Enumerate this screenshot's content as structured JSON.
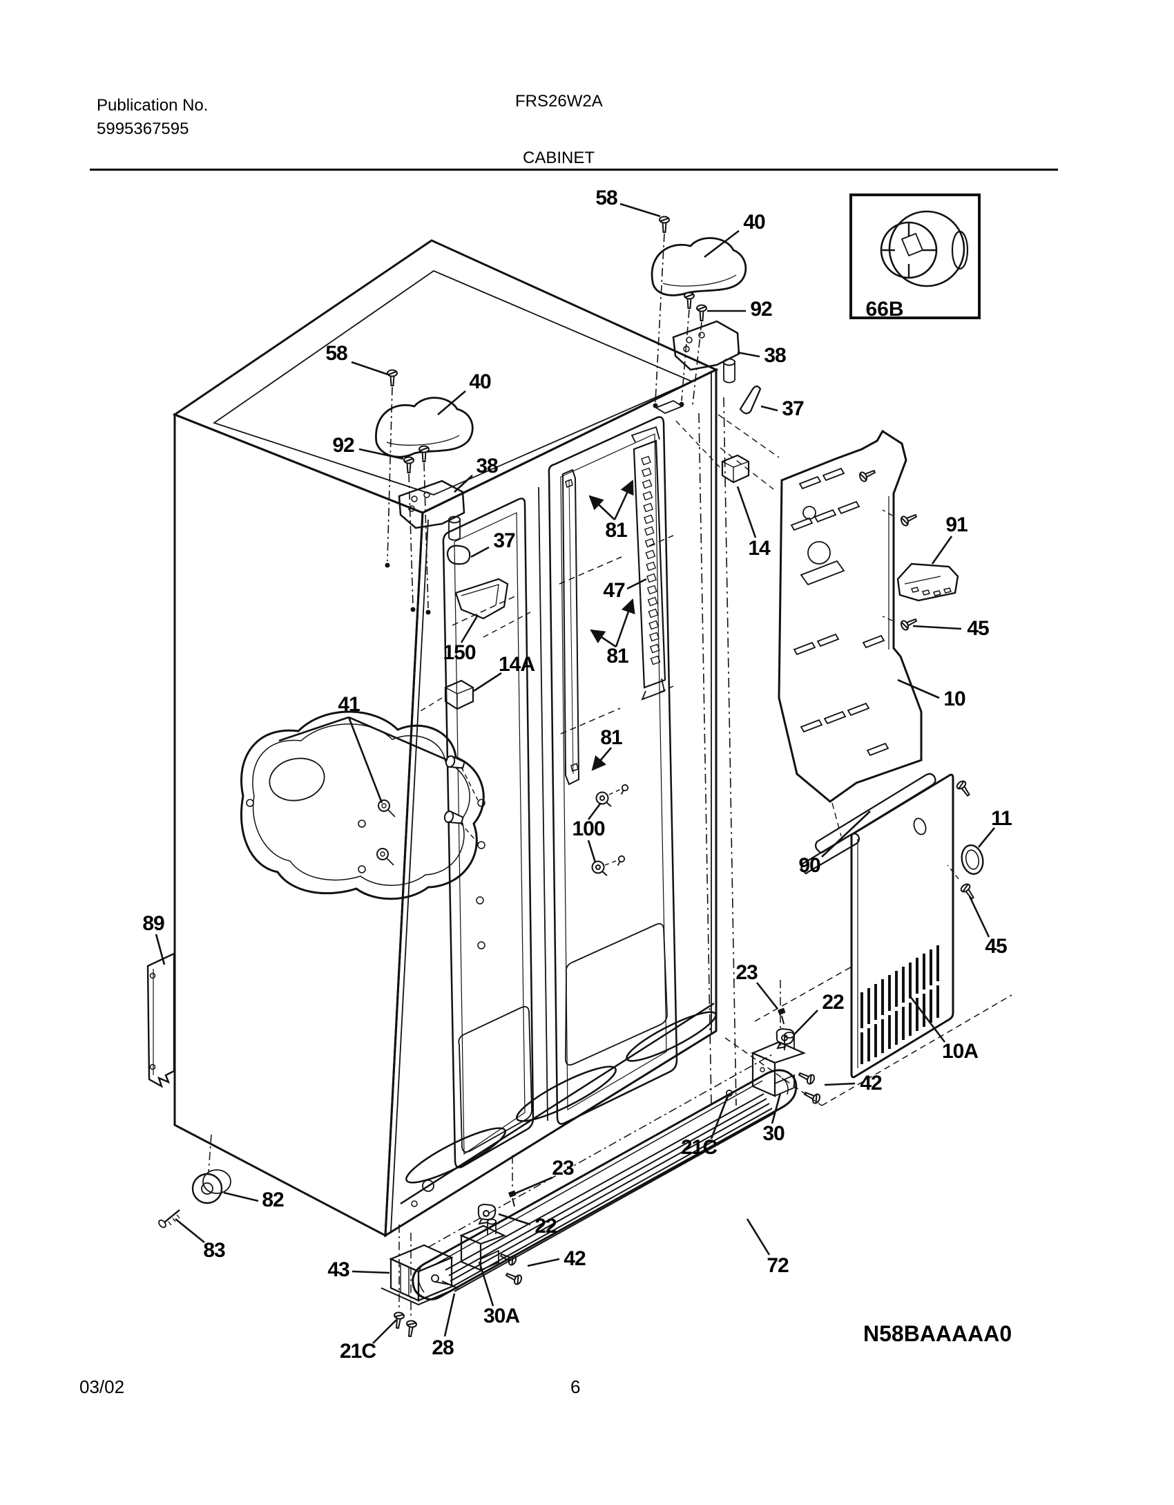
{
  "header": {
    "publication_label": "Publication No.",
    "publication_number": "5995367595",
    "model": "FRS26W2A",
    "section_title": "CABINET"
  },
  "inset": {
    "label": "66B"
  },
  "footer": {
    "date": "03/02",
    "page_number": "6",
    "diagram_code": "N58BAAAAA0"
  },
  "callouts": [
    {
      "id": "58-right",
      "text": "58"
    },
    {
      "id": "40-right",
      "text": "40"
    },
    {
      "id": "92-right",
      "text": "92"
    },
    {
      "id": "38-right",
      "text": "38"
    },
    {
      "id": "37-right",
      "text": "37"
    },
    {
      "id": "58-left",
      "text": "58"
    },
    {
      "id": "40-left",
      "text": "40"
    },
    {
      "id": "92-left",
      "text": "92"
    },
    {
      "id": "38-left",
      "text": "38"
    },
    {
      "id": "37-left",
      "text": "37"
    },
    {
      "id": "81-upper",
      "text": "81"
    },
    {
      "id": "47",
      "text": "47"
    },
    {
      "id": "81-middle",
      "text": "81"
    },
    {
      "id": "81-lower",
      "text": "81"
    },
    {
      "id": "14",
      "text": "14"
    },
    {
      "id": "91",
      "text": "91"
    },
    {
      "id": "45-upper",
      "text": "45"
    },
    {
      "id": "10",
      "text": "10"
    },
    {
      "id": "150",
      "text": "150"
    },
    {
      "id": "14a",
      "text": "14A"
    },
    {
      "id": "41",
      "text": "41"
    },
    {
      "id": "100",
      "text": "100"
    },
    {
      "id": "90",
      "text": "90"
    },
    {
      "id": "11",
      "text": "11"
    },
    {
      "id": "45-lower",
      "text": "45"
    },
    {
      "id": "10a",
      "text": "10A"
    },
    {
      "id": "89",
      "text": "89"
    },
    {
      "id": "23-right",
      "text": "23"
    },
    {
      "id": "22-right",
      "text": "22"
    },
    {
      "id": "42-right",
      "text": "42"
    },
    {
      "id": "30",
      "text": "30"
    },
    {
      "id": "21c-right",
      "text": "21C"
    },
    {
      "id": "23-left",
      "text": "23"
    },
    {
      "id": "22-left",
      "text": "22"
    },
    {
      "id": "42-left",
      "text": "42"
    },
    {
      "id": "30a",
      "text": "30A"
    },
    {
      "id": "28",
      "text": "28"
    },
    {
      "id": "21c-left",
      "text": "21C"
    },
    {
      "id": "82",
      "text": "82"
    },
    {
      "id": "83",
      "text": "83"
    },
    {
      "id": "43",
      "text": "43"
    },
    {
      "id": "72",
      "text": "72"
    }
  ]
}
